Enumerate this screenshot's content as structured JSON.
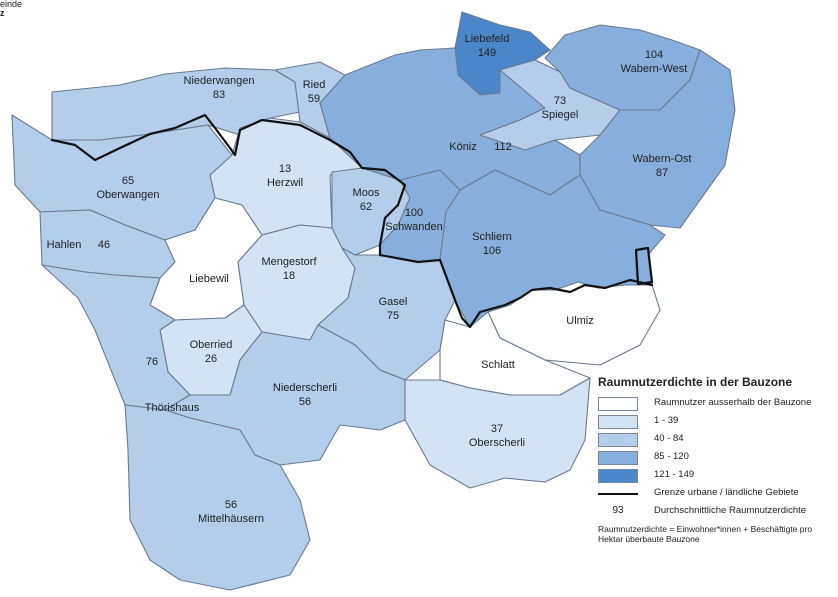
{
  "corner_text": {
    "line1": "einde",
    "line2": "z"
  },
  "colors": {
    "outside": "#ffffff",
    "low": "#d3e3f4",
    "mid": "#b3cdea",
    "high": "#86afdd",
    "top": "#4b86c8",
    "boundary": "#111111"
  },
  "regions": [
    {
      "id": "liebefeld",
      "name": "Liebefeld",
      "value": "149",
      "class": "top"
    },
    {
      "id": "wabern-west",
      "name": "Wabern-West",
      "value": "104",
      "class": "high"
    },
    {
      "id": "spiegel",
      "name": "Spiegel",
      "value": "73",
      "class": "mid"
    },
    {
      "id": "wabern-ost",
      "name": "Wabern-Ost",
      "value": "87",
      "class": "high"
    },
    {
      "id": "koeniz",
      "name": "Köniz",
      "value": "112",
      "class": "high"
    },
    {
      "id": "niederwangen",
      "name": "Niederwangen",
      "value": "83",
      "class": "mid"
    },
    {
      "id": "ried",
      "name": "Ried",
      "value": "59",
      "class": "mid"
    },
    {
      "id": "oberwangen",
      "name": "Oberwangen",
      "value": "65",
      "class": "mid"
    },
    {
      "id": "herzwil",
      "name": "Herzwil",
      "value": "13",
      "class": "low"
    },
    {
      "id": "moos",
      "name": "Moos",
      "value": "62",
      "class": "mid"
    },
    {
      "id": "schwanden",
      "name": "Schwanden",
      "value": "100",
      "class": "high"
    },
    {
      "id": "schliern",
      "name": "Schliern",
      "value": "106",
      "class": "high"
    },
    {
      "id": "hahlen",
      "name": "Hahlen",
      "value": "46",
      "class": "mid"
    },
    {
      "id": "liebewil",
      "name": "Liebewil",
      "value": "",
      "class": "outside"
    },
    {
      "id": "mengestorf",
      "name": "Mengestorf",
      "value": "18",
      "class": "low"
    },
    {
      "id": "gasel",
      "name": "Gasel",
      "value": "75",
      "class": "mid"
    },
    {
      "id": "ulmiz",
      "name": "Ulmiz",
      "value": "",
      "class": "outside"
    },
    {
      "id": "schlatt",
      "name": "Schlatt",
      "value": "",
      "class": "outside"
    },
    {
      "id": "oberried",
      "name": "Oberried",
      "value": "26",
      "class": "low"
    },
    {
      "id": "thoerishaus",
      "name": "Thörishaus",
      "value": "76",
      "class": "mid"
    },
    {
      "id": "niederscherli",
      "name": "Niederscherli",
      "value": "56",
      "class": "mid"
    },
    {
      "id": "oberscherli",
      "name": "Oberscherli",
      "value": "37",
      "class": "low"
    },
    {
      "id": "mittelhaeusern",
      "name": "Mittelhäusern",
      "value": "56",
      "class": "mid"
    }
  ],
  "legend": {
    "title": "Raumnutzerdichte in der Bauzone",
    "items": [
      {
        "label": "Raumnutzer ausserhalb der Bauzone",
        "class": "outside"
      },
      {
        "label": "1 - 39",
        "class": "low"
      },
      {
        "label": "40 - 84",
        "class": "mid"
      },
      {
        "label": "85 - 120",
        "class": "high"
      },
      {
        "label": "121 - 149",
        "class": "top"
      }
    ],
    "boundary_label": "Grenze urbane / ländliche Gebiete",
    "number_example": "93",
    "number_label": "Durchschnittliche Raumnutzerdichte",
    "footnote": "Raumnutzerdichte = Einwohner*innen + Beschäftigte pro Hektar überbaute Bauzone"
  }
}
